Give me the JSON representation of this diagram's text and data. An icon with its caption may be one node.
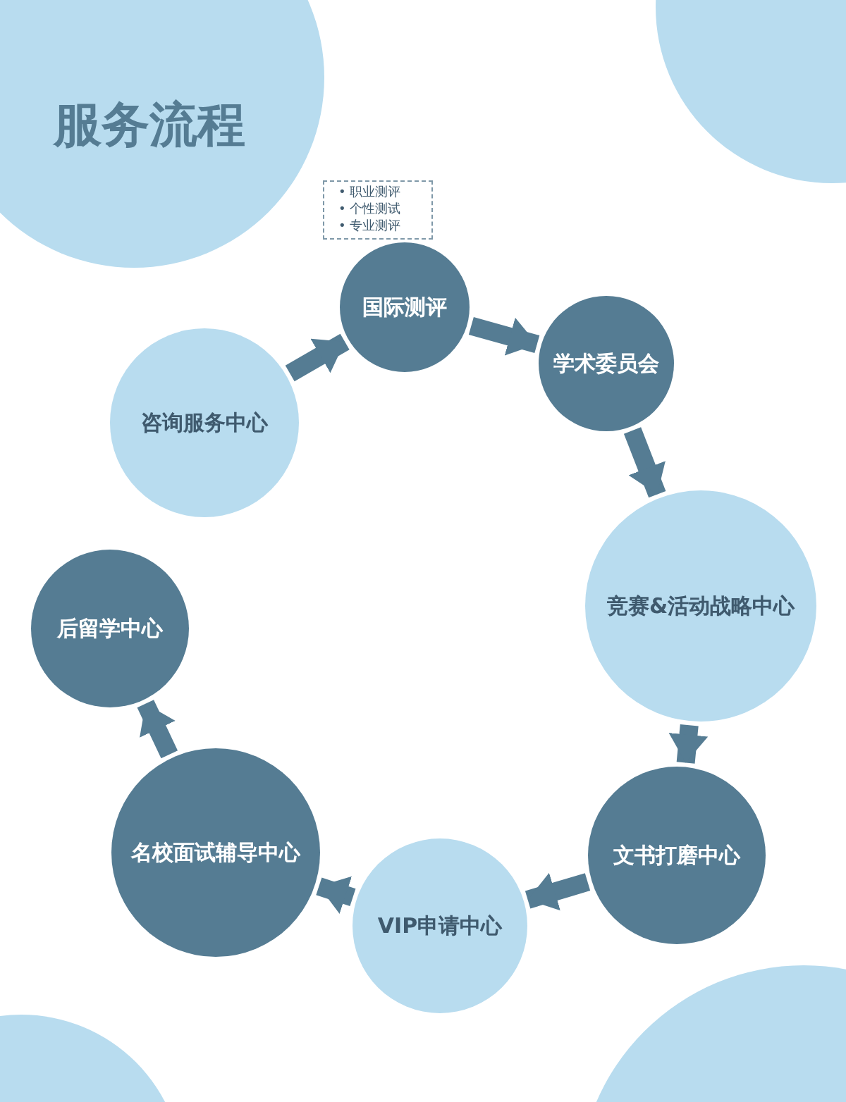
{
  "diagram": {
    "title": "服务流程",
    "nodes": [
      {
        "text": [
          "• 职业测评",
          "• 个性测试",
          "• 专业测评"
        ]
      },
      {
        "text": [
          "咨询服务中心"
        ]
      },
      {
        "text": [
          "国际测评"
        ]
      },
      {
        "text": [
          "学术委员会"
        ]
      },
      {
        "text": [
          "竞赛&活动战略中心"
        ]
      },
      {
        "text": [
          "文书打磨中心"
        ]
      },
      {
        "text": [
          "VIP申请中心"
        ]
      },
      {
        "text": [
          "名校面试辅导中心"
        ]
      },
      {
        "text": [
          "后留学中心"
        ]
      }
    ],
    "edges": [
      {
        "from": 1,
        "to": 2,
        "arrow": "to"
      },
      {
        "from": 2,
        "to": 3,
        "arrow": "to"
      },
      {
        "from": 3,
        "to": 4,
        "arrow": "to"
      },
      {
        "from": 4,
        "to": 5,
        "arrow": "to"
      },
      {
        "from": 5,
        "to": 6,
        "arrow": "to"
      },
      {
        "from": 6,
        "to": 7,
        "arrow": "to"
      },
      {
        "from": 7,
        "to": 8,
        "arrow": "to"
      }
    ]
  }
}
